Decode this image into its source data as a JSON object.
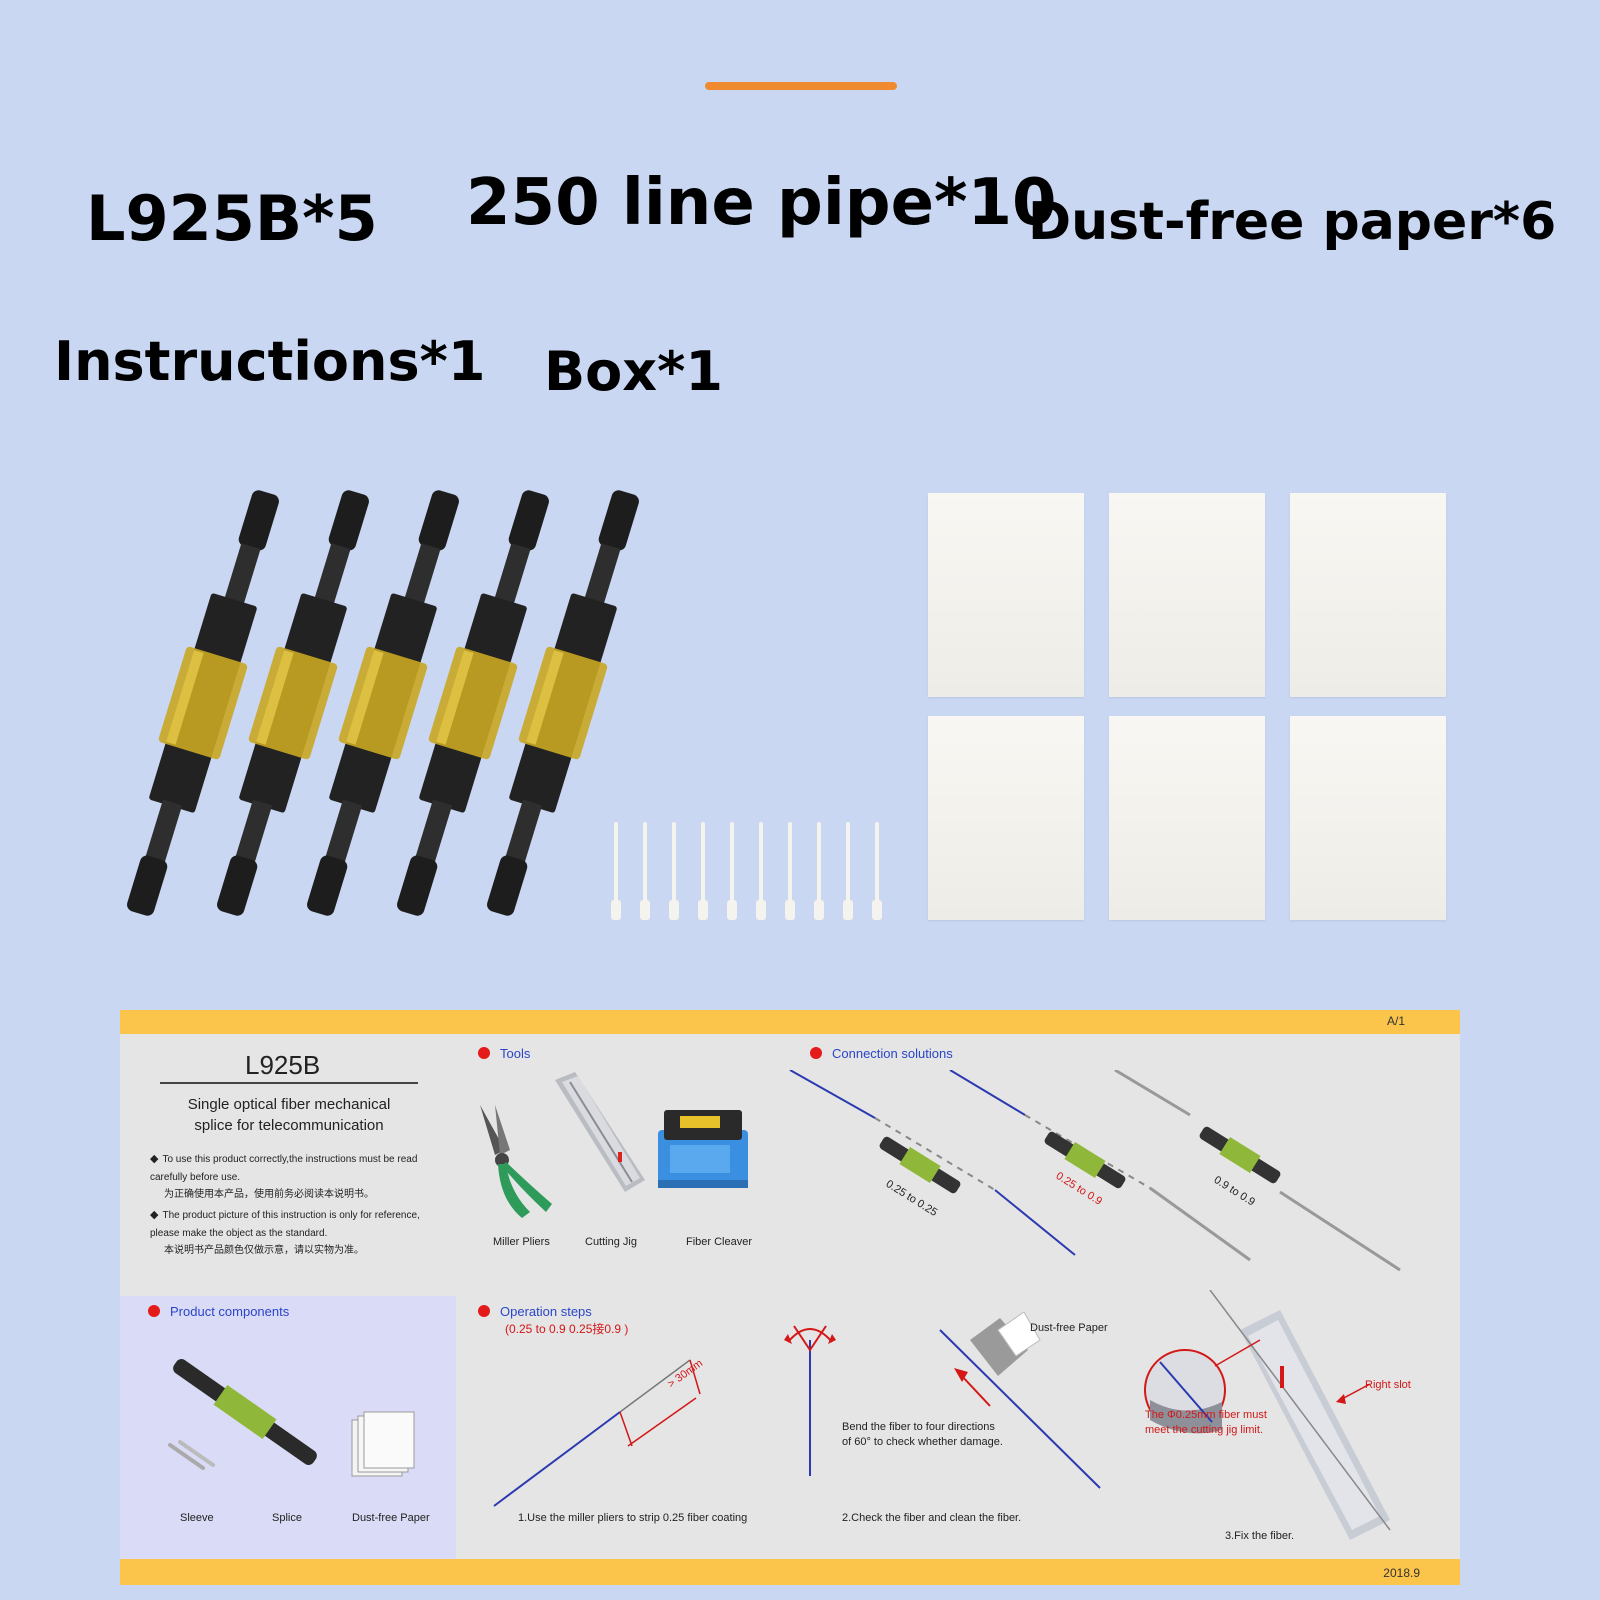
{
  "labels": {
    "splice": "L925B*5",
    "pipe": "250 line pipe*10",
    "paper": "Dust-free paper*6",
    "instructions": "Instructions*1",
    "box": "Box*1"
  },
  "colors": {
    "background": "#c9d7f3",
    "accent": "#f08a2e",
    "sheet_band": "#fbc44b",
    "bullet": "#e31b1b",
    "heading_blue": "#2a45c8"
  },
  "instruction_sheet": {
    "page": "A/1",
    "date": "2018.9",
    "model": "L925B",
    "subtitle_line1": "Single optical fiber mechanical",
    "subtitle_line2": "splice for telecommunication",
    "notes": [
      "To use this product correctly,the instructions must be read carefully before use.",
      "为正确使用本产品，使用前务必阅读本说明书。",
      "The product picture of this instruction is only for reference, please make the object as the standard.",
      "本说明书产品颜色仅做示意，请以实物为准。"
    ],
    "tools": {
      "heading": "Tools",
      "items": [
        "Miller Pliers",
        "Cutting Jig",
        "Fiber Cleaver"
      ]
    },
    "connections": {
      "heading": "Connection solutions",
      "items": [
        "0.25 to 0.25",
        "0.25 to 0.9",
        "0.9 to 0.9"
      ]
    },
    "components": {
      "heading": "Product components",
      "items": [
        "Sleeve",
        "Splice",
        "Dust-free Paper"
      ]
    },
    "operation": {
      "heading": "Operation steps",
      "subheading": "(0.25 to 0.9  0.25接0.9 )",
      "measure": "> 30mm",
      "step1": "1.Use the miller pliers to strip 0.25 fiber coating",
      "bend_line1": "Bend the fiber to four directions",
      "bend_line2": "of 60° to check whether damage.",
      "dust_label": "Dust-free Paper",
      "step2": "2.Check the fiber and clean the fiber.",
      "right_slot": "Right slot",
      "warn_line1": "The Φ0.25mm fiber must",
      "warn_line2": "meet the cutting jig limit.",
      "step3": "3.Fix the fiber."
    }
  }
}
